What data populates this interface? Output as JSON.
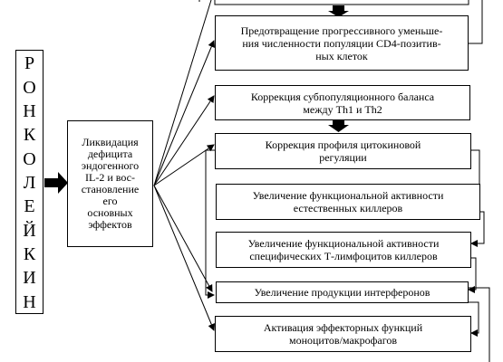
{
  "vertical_title": {
    "letters": [
      "Р",
      "О",
      "Н",
      "К",
      "О",
      "Л",
      "Е",
      "Й",
      "К",
      "И",
      "Н"
    ]
  },
  "middle_box": {
    "lines": [
      "Ликвидация",
      "дефицита",
      "эндогенного",
      "IL-2 и вос-",
      "становление",
      "его",
      "основных",
      "эффектов"
    ]
  },
  "effect_boxes": [
    {
      "id": "cd4",
      "lines": [
        "Предотвращение прогрессивного уменьше-",
        "ния численности популяции CD4-позитив-",
        "ных клеток"
      ]
    },
    {
      "id": "th-balance",
      "lines": [
        "Коррекция субпопуляционного баланса",
        "между Th1 и Th2"
      ]
    },
    {
      "id": "cytokine",
      "lines": [
        "Коррекция профиля цитокиновой",
        "регуляции"
      ]
    },
    {
      "id": "nk",
      "lines": [
        "Увеличение функциональной активности",
        "естественных киллеров"
      ]
    },
    {
      "id": "ctl",
      "lines": [
        "Увеличение функциональной активности",
        "специфических Т-лимфоцитов киллеров"
      ]
    },
    {
      "id": "interferon",
      "lines": [
        "Увеличение продукции интерферонов"
      ]
    },
    {
      "id": "macrophage",
      "lines": [
        "Активация эффекторных функций",
        "моноцитов/макрофагов"
      ]
    }
  ]
}
